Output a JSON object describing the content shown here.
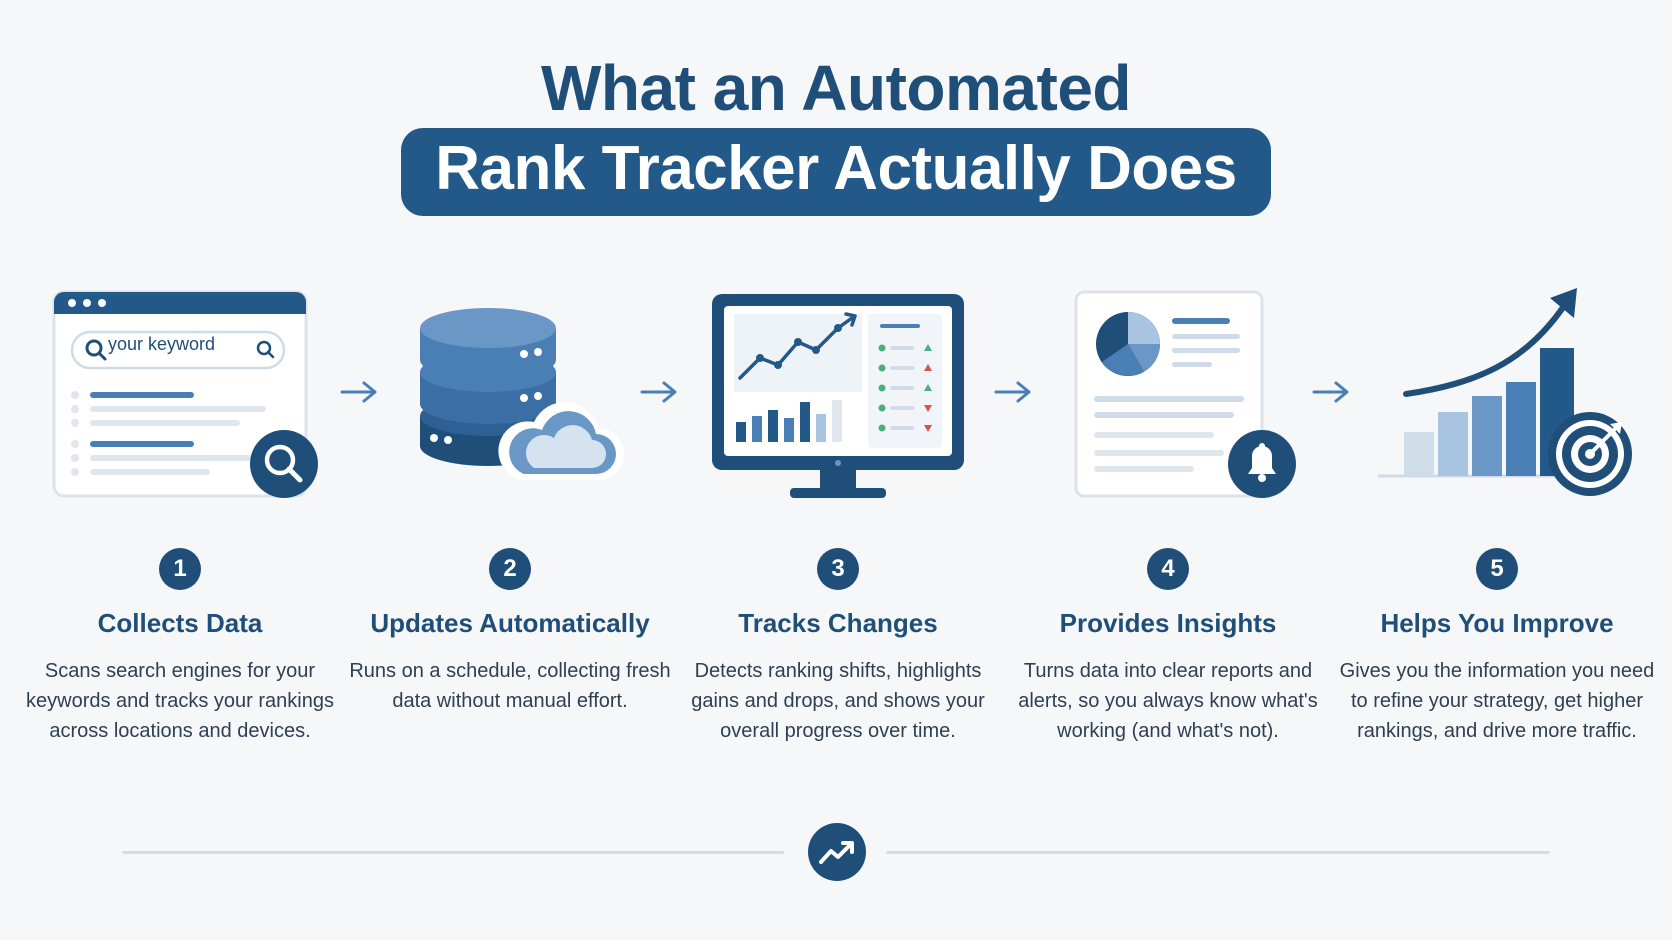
{
  "title": {
    "line1": "What an Automated",
    "line2": "Rank Tracker Actually Does"
  },
  "search_box": {
    "placeholder": "your keyword"
  },
  "steps": [
    {
      "number": "1",
      "title": "Collects Data",
      "description": "Scans search engines for your keywords and tracks your rankings across locations and devices.",
      "icon": "browser-search-icon"
    },
    {
      "number": "2",
      "title": "Updates Automatically",
      "description": "Runs on a schedule, collecting fresh data without manual effort.",
      "icon": "database-cloud-icon"
    },
    {
      "number": "3",
      "title": "Tracks Changes",
      "description": "Detects ranking shifts, highlights gains and drops, and shows your overall progress over time.",
      "icon": "monitor-chart-icon"
    },
    {
      "number": "4",
      "title": "Provides Insights",
      "description": "Turns data into clear reports and alerts, so you always know what's working (and what's not).",
      "icon": "report-bell-icon"
    },
    {
      "number": "5",
      "title": "Helps You Improve",
      "description": "Gives you the information you need to refine your strategy, get higher rankings, and drive more traffic.",
      "icon": "growth-target-icon"
    }
  ],
  "colors": {
    "primary": "#1f4e79",
    "accent": "#4a7fb5",
    "light": "#a9c4e0",
    "background": "#f6f7f9",
    "gain": "#4caf7d",
    "drop": "#d9534f"
  },
  "footer_icon": "trend-up-icon"
}
